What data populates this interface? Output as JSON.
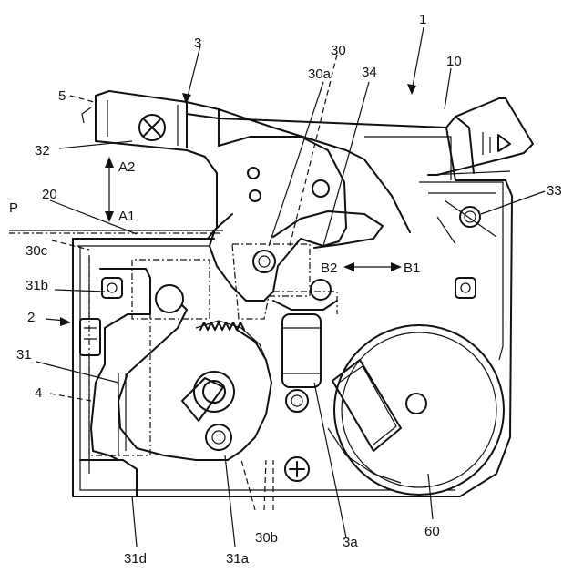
{
  "labels": {
    "l1": "1",
    "l3": "3",
    "l5": "5",
    "l10": "10",
    "l30": "30",
    "l30a": "30a",
    "l34": "34",
    "l32": "32",
    "lA2": "A2",
    "lA1": "A1",
    "l20": "20",
    "lP": "P",
    "l33": "33",
    "l30c": "30c",
    "lB2": "B2",
    "lB1": "B1",
    "l31b": "31b",
    "l2": "2",
    "l31": "31",
    "l4": "4",
    "l31d": "31d",
    "l31a": "31a",
    "l30b": "30b",
    "l3a": "3a",
    "l60": "60"
  }
}
